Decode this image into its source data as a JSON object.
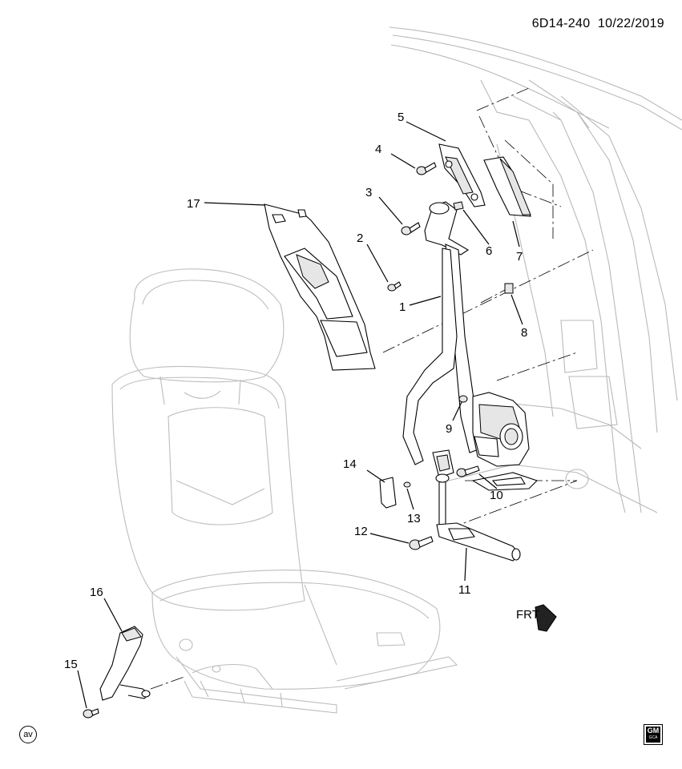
{
  "header": {
    "code": "6D14-240",
    "date": "10/22/2019"
  },
  "callouts": [
    {
      "id": "1",
      "label": "1"
    },
    {
      "id": "2",
      "label": "2"
    },
    {
      "id": "3",
      "label": "3"
    },
    {
      "id": "4",
      "label": "4"
    },
    {
      "id": "5",
      "label": "5"
    },
    {
      "id": "6",
      "label": "6"
    },
    {
      "id": "7",
      "label": "7"
    },
    {
      "id": "8",
      "label": "8"
    },
    {
      "id": "9",
      "label": "9"
    },
    {
      "id": "10",
      "label": "10"
    },
    {
      "id": "11",
      "label": "11"
    },
    {
      "id": "12",
      "label": "12"
    },
    {
      "id": "13",
      "label": "13"
    },
    {
      "id": "14",
      "label": "14"
    },
    {
      "id": "15",
      "label": "15"
    },
    {
      "id": "16",
      "label": "16"
    },
    {
      "id": "17",
      "label": "17"
    }
  ],
  "frt_label": "FRT",
  "av_mark": "av",
  "gm_logo": {
    "text": "GM",
    "sub": "GCA"
  }
}
